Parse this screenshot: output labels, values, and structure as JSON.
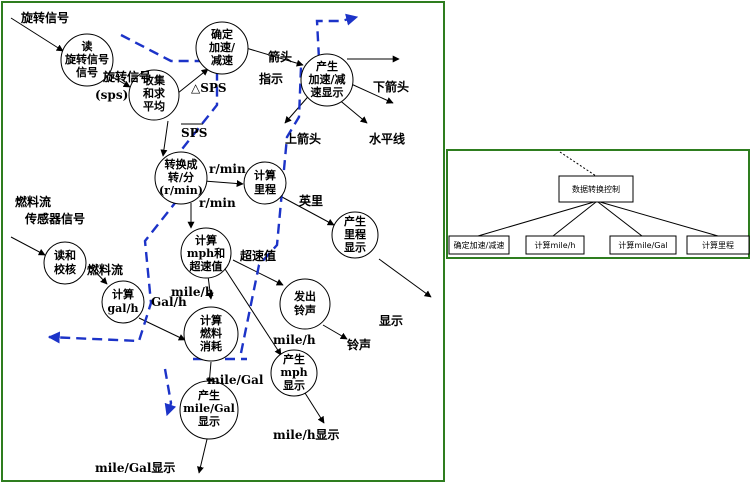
{
  "diagram": {
    "nodes": {
      "read_rotation": [
        "读",
        "旋转信号",
        "信号"
      ],
      "collect_average": [
        "收集",
        "和求",
        "平均"
      ],
      "determine_accel": [
        "确定",
        "加速/",
        "减速"
      ],
      "produce_accel_display": [
        "产生",
        "加速/减",
        "速显示"
      ],
      "convert_rpm": [
        "转换成",
        "转/分",
        "(r/min)"
      ],
      "calc_mileage": [
        "计算",
        "里程"
      ],
      "produce_mileage_display": [
        "产生",
        "里程",
        "显示"
      ],
      "read_calibrate": [
        "读和",
        "校核"
      ],
      "calc_galh": [
        "计算",
        "gal/h"
      ],
      "calc_mph_overspeed": [
        "计算",
        "mph和",
        "超速值"
      ],
      "sound_bell": [
        "发出",
        "铃声"
      ],
      "calc_fuel": [
        "计算",
        "燃料",
        "消耗"
      ],
      "produce_mph_display": [
        "产生",
        "mph",
        "显示"
      ],
      "produce_mpg_display": [
        "产生",
        "mile/Gal",
        "显示"
      ]
    },
    "labels": {
      "rotation_signal": "旋转信号",
      "rotation_signal_mid": "旋转信号",
      "sps": "(sps)",
      "delta_sps": "△SPS",
      "sps_bar": "SPS",
      "arrow_label": "箭头",
      "indicate": "指示",
      "down_arrow": "下箭头",
      "up_arrow": "上箭头",
      "level_line": "水平线",
      "rmin1": "r/min",
      "rmin2": "r/min",
      "mileage": "英里",
      "fuel_flow": "燃料流",
      "sensor_signal": "传感器信号",
      "fuel_flow2": "燃料流",
      "galh": "Gal/h",
      "overspeed": "超速值",
      "mileh1": "mile/h",
      "mileh2": "mile/h",
      "display": "显示",
      "bell": "铃声",
      "milegal1": "mile/Gal",
      "mileh_display": "mile/h显示",
      "milegal_display": "mile/Gal显示"
    }
  },
  "structure_chart": {
    "root": "数据转换控制",
    "children": [
      "确定加速/减速",
      "计算mile/h",
      "计算mile/Gal",
      "计算里程"
    ]
  },
  "colors": {
    "border": "#2e7d1f",
    "dashed": "#1c33c8"
  }
}
